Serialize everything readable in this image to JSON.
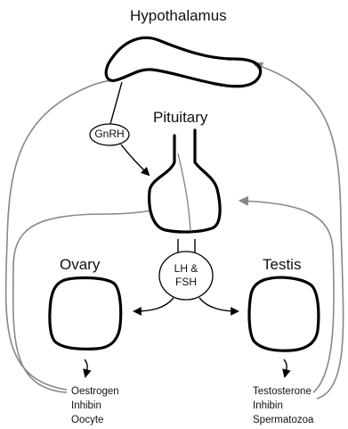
{
  "nodes": {
    "hypothalamus": "Hypothalamus",
    "pituitary": "Pituitary",
    "ovary": "Ovary",
    "testis": "Testis"
  },
  "hormones": {
    "gnrh": "GnRH",
    "lh_fsh_line1": "LH &",
    "lh_fsh_line2": "FSH"
  },
  "products": {
    "ovary": [
      "Oestrogen",
      "Inhibin",
      "Oocyte"
    ],
    "testis": [
      "Testosterone",
      "Inhibin",
      "Spermatozoa"
    ]
  },
  "colors": {
    "outline": "#000000",
    "feedback": "#888888",
    "pituitary_stalk_inner": "#888888"
  }
}
